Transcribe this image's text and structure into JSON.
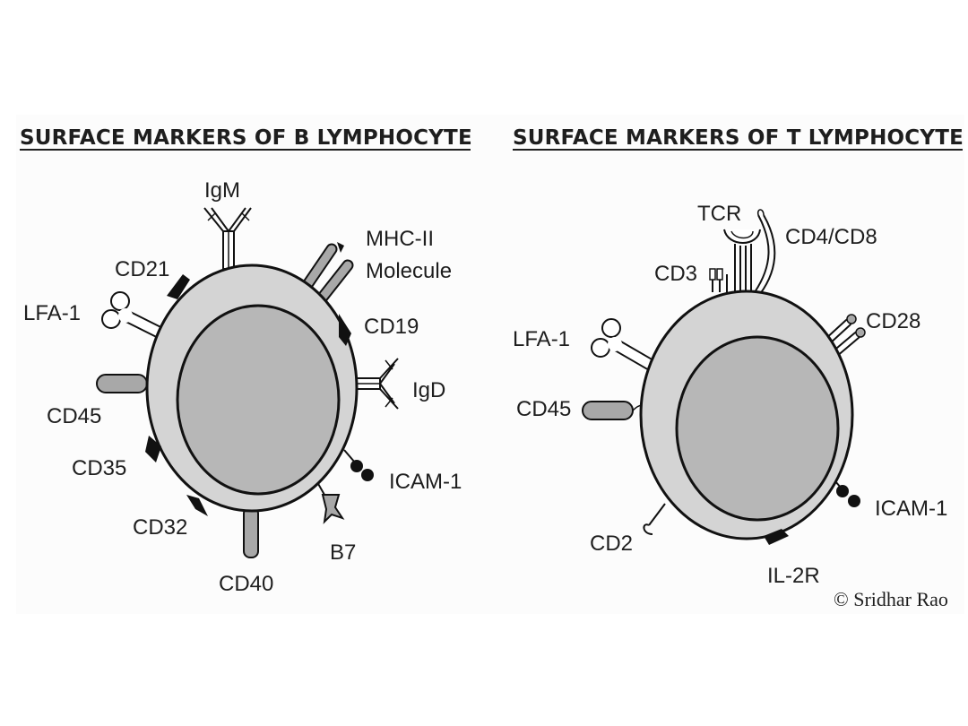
{
  "panels": {
    "b": {
      "title": "SURFACE MARKERS OF B LYMPHOCYTE",
      "markers": {
        "igm": "IgM",
        "mhc_ii": "MHC-II",
        "molecule": "Molecule",
        "cd21": "CD21",
        "lfa1": "LFA-1",
        "cd19": "CD19",
        "igd": "IgD",
        "cd45": "CD45",
        "cd35": "CD35",
        "icam1": "ICAM-1",
        "cd32": "CD32",
        "b7": "B7",
        "cd40": "CD40"
      }
    },
    "t": {
      "title": "SURFACE MARKERS OF T LYMPHOCYTE",
      "markers": {
        "tcr": "TCR",
        "cd4_cd8": "CD4/CD8",
        "cd3": "CD3",
        "cd28": "CD28",
        "lfa1": "LFA-1",
        "cd45": "CD45",
        "icam1": "ICAM-1",
        "cd2": "CD2",
        "il2r": "IL-2R"
      }
    }
  },
  "credit": "© Sridhar Rao",
  "colors": {
    "cytoplasm": "#d4d4d4",
    "nucleus": "#b7b7b7",
    "marker_gray": "#a8a8a8",
    "outline": "#111111"
  }
}
